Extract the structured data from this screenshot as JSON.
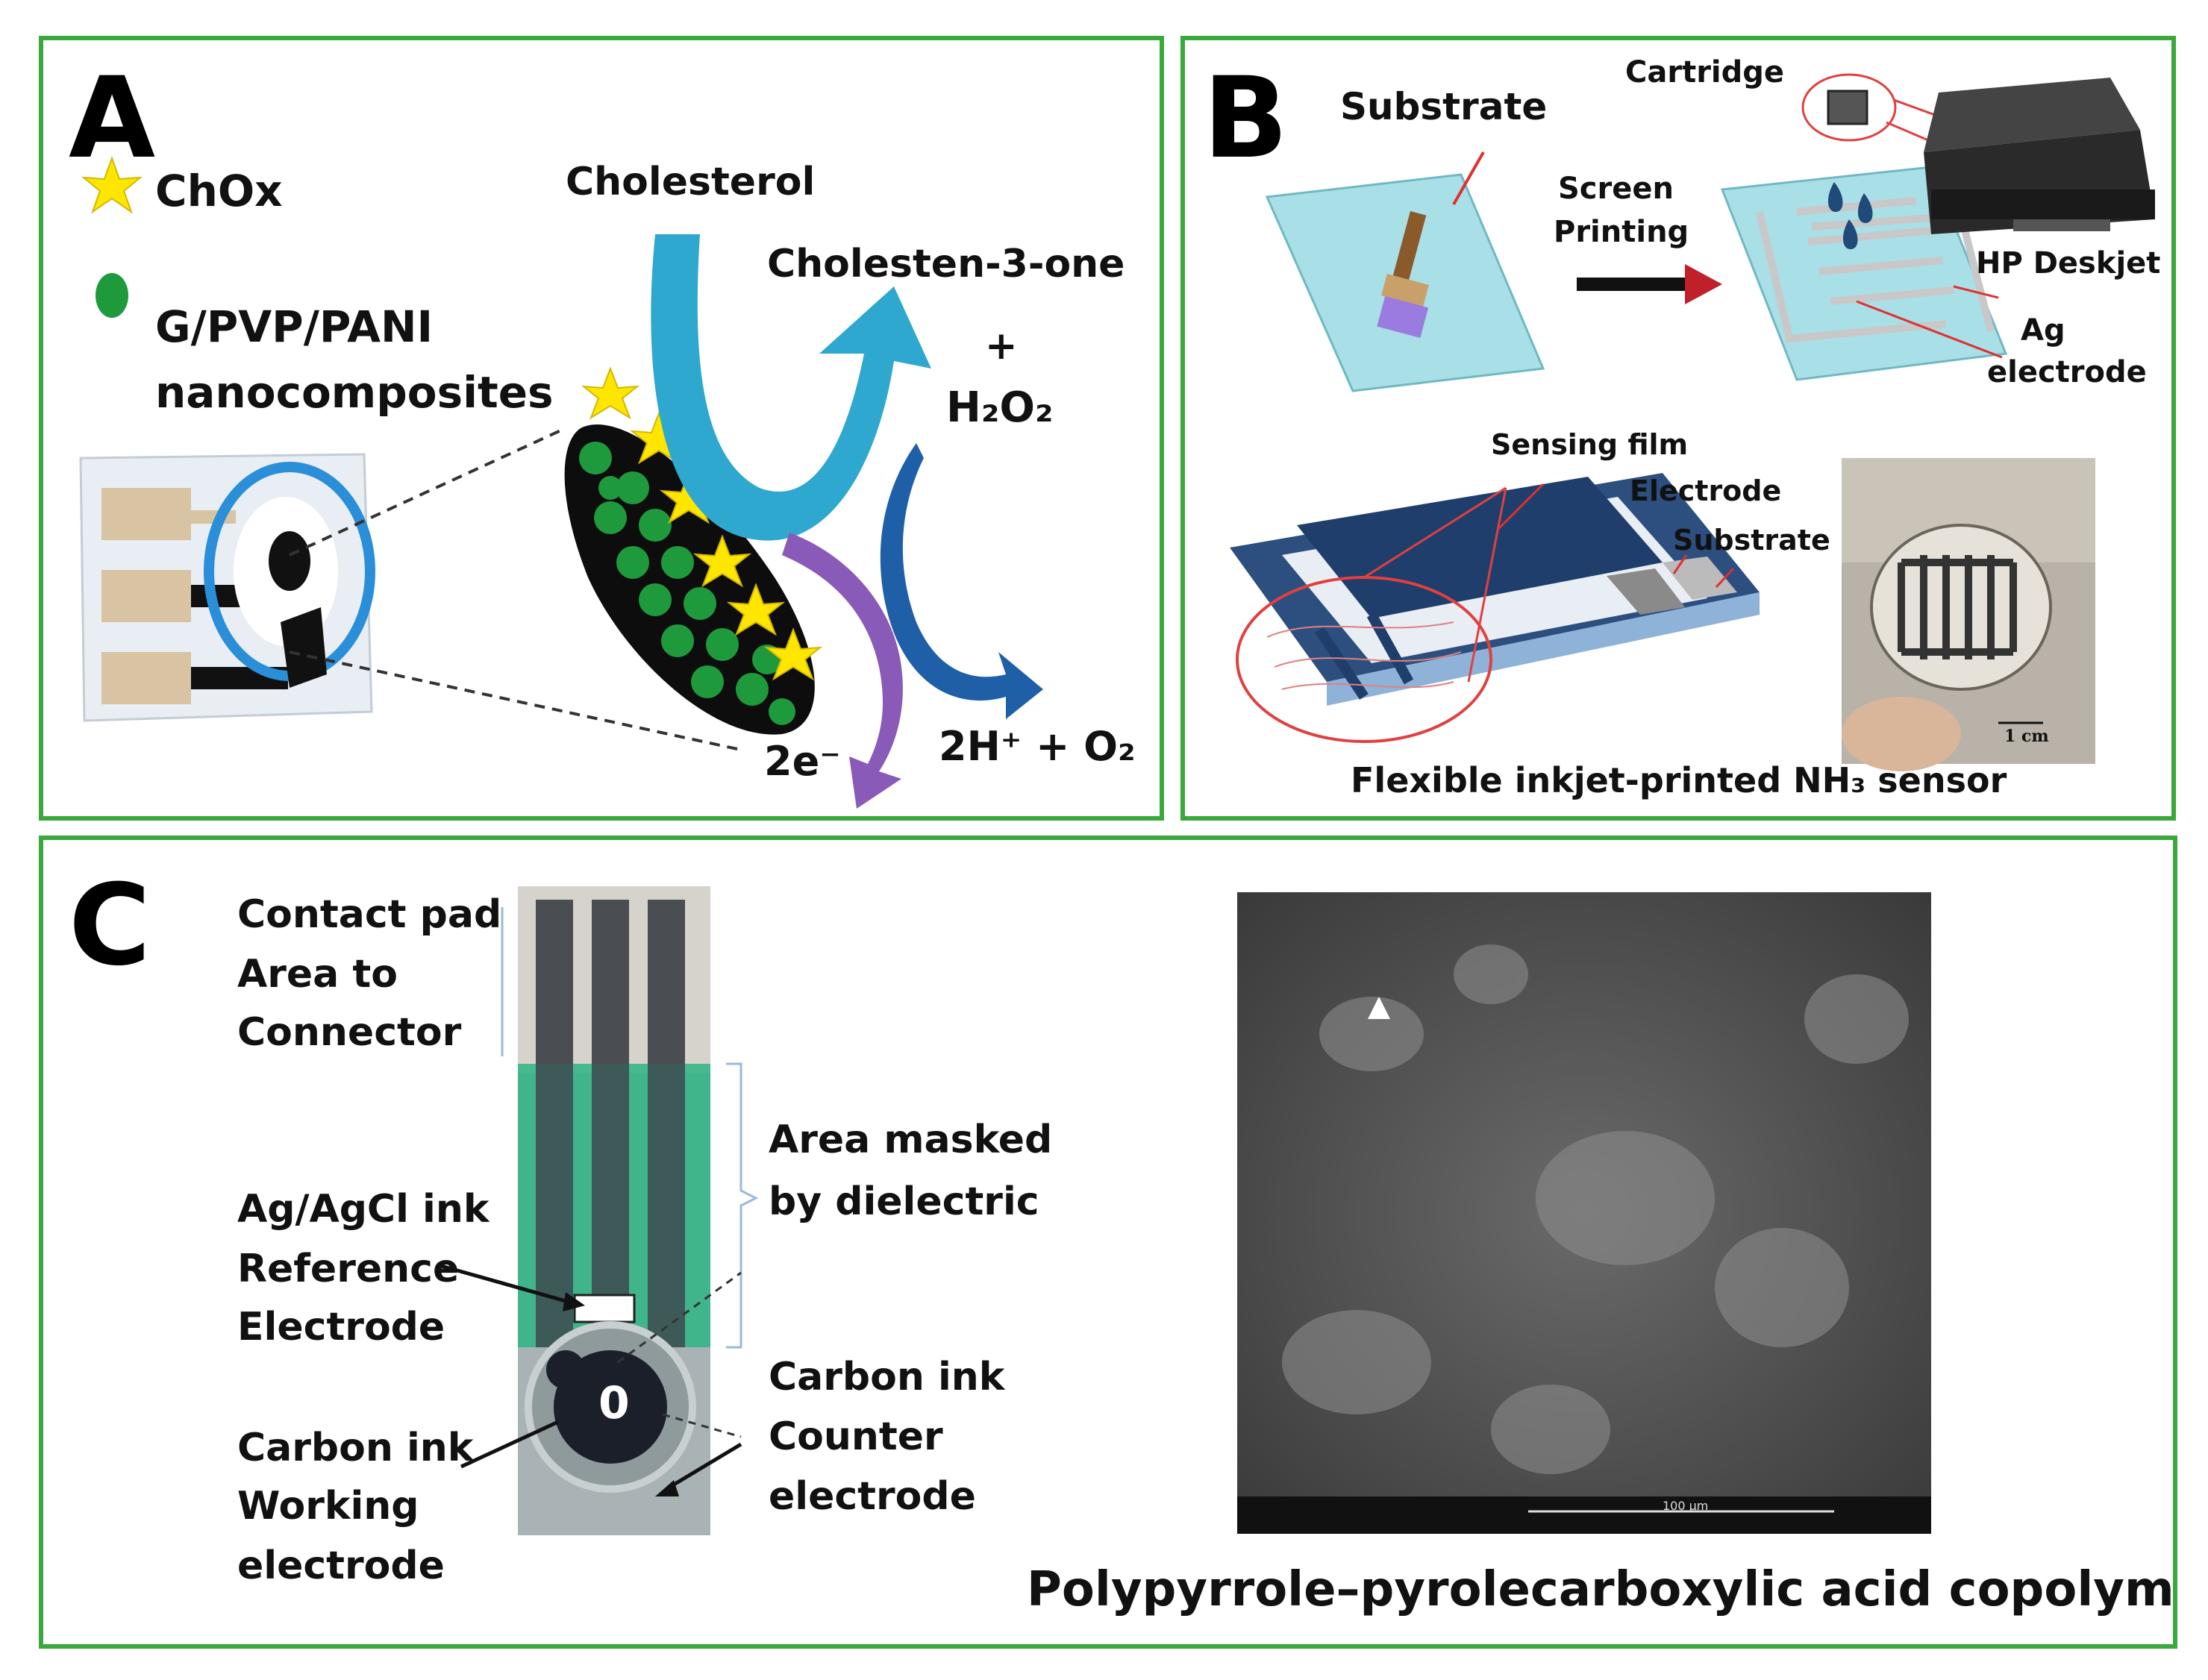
{
  "panels": {
    "a": {
      "letter": "A",
      "legend_chox": "ChOx",
      "legend_comp_line1": "G/PVP/PANI",
      "legend_comp_line2": "nanocomposites",
      "cholesterol": "Cholesterol",
      "cholestenone": "Cholesten-3-one",
      "plus": "+",
      "h2o2": "H₂O₂",
      "electrons": "2e⁻",
      "products": "2H⁺ + O₂"
    },
    "b": {
      "letter": "B",
      "substrate": "Substrate",
      "cartridge": "Cartridge",
      "screen_line1": "Screen",
      "screen_line2": "Printing",
      "hp": "HP Deskjet",
      "ag_line1": "Ag",
      "ag_line2": "electrode",
      "sensing_film": "Sensing film",
      "electrode": "Electrode",
      "substrate2": "Substrate",
      "scale": "1 cm",
      "caption": "Flexible inkjet-printed NH₃ sensor"
    },
    "c": {
      "letter": "C",
      "contact_line1": "Contact pad",
      "contact_line2": "Area to",
      "contact_line3": "Connector",
      "masked_line1": "Area masked",
      "masked_line2": "by dielectric",
      "ref_line1": "Ag/AgCl ink",
      "ref_line2": "Reference",
      "ref_line3": "Electrode",
      "counter_line1": "Carbon ink",
      "counter_line2": "Counter",
      "counter_line3": "electrode",
      "work_line1": "Carbon ink",
      "work_line2": "Working",
      "work_line3": "electrode",
      "working_mark": "0",
      "sem_scale": "100 µm",
      "caption": "Polypyrrole–pyrolecarboxylic acid copolymer"
    }
  },
  "colors": {
    "border": "#3aa83a",
    "chox": "#ffe600",
    "composite": "#1e9a3c",
    "arrow_teal": "#2fa8cf",
    "arrow_blue": "#1f5fa8",
    "arrow_purple": "#8a5ab8",
    "dielectric": "#2eb482"
  },
  "icons": [
    "star-icon",
    "dot-icon",
    "brush-icon",
    "printer-icon",
    "droplet-icon",
    "arrow-icon"
  ]
}
